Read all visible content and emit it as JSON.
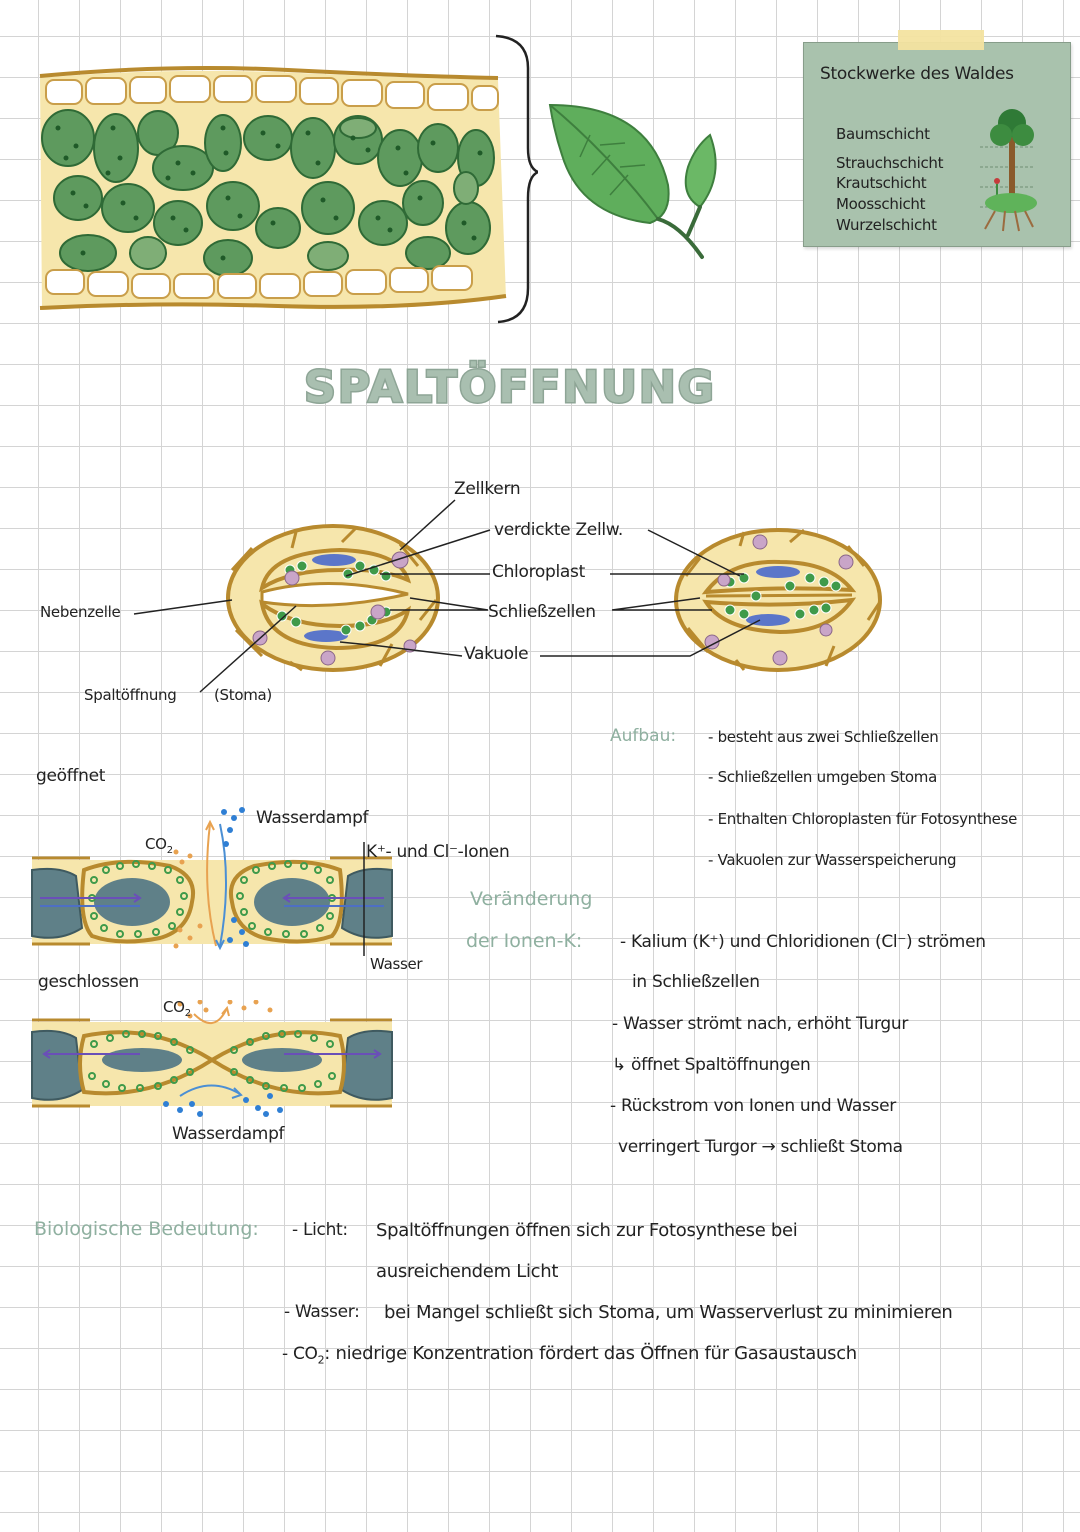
{
  "forest_note": {
    "title": "Stockwerke des Waldes",
    "layers": [
      "Baumschicht",
      "Strauchschicht",
      "Krautschicht",
      "Moosschicht",
      "Wurzelschicht"
    ]
  },
  "title": "SPALTÖFFNUNG",
  "stoma_labels": {
    "zellkern": "Zellkern",
    "zellwand": "verdickte Zellw.",
    "chloroplast": "Chloroplast",
    "schliesszellen": "Schließzellen",
    "vakuole": "Vakuole",
    "nebenzelle": "Nebenzelle",
    "spaltoeffnung": "Spaltöffnung",
    "stoma": "(Stoma)"
  },
  "states": {
    "open": "geöffnet",
    "closed": "geschlossen",
    "co2": "CO",
    "co2_sub": "2",
    "wasserdampf": "Wasserdampf",
    "ions": "K⁺- und Cl⁻-Ionen",
    "wasser": "Wasser"
  },
  "aufbau": {
    "heading": "Aufbau:",
    "items": [
      "- besteht aus zwei Schließzellen",
      "- Schließzellen umgeben Stoma",
      "- Enthalten Chloroplasten für Fotosynthese",
      "- Vakuolen zur Wasserspeicherung"
    ]
  },
  "veraenderung": {
    "heading_1": "Veränderung",
    "heading_2": "der Ionen-K:",
    "lines": [
      "- Kalium (K⁺) und Chloridionen (Cl⁻) strömen",
      "in Schließzellen",
      "- Wasser strömt nach, erhöht Turgur",
      "↳ öffnet Spaltöffnungen",
      "- Rückstrom von Ionen und Wasser",
      "verringert Turgor → schließt Stoma"
    ]
  },
  "bedeutung": {
    "heading": "Biologische Bedeutung:",
    "licht_label": "- Licht:",
    "licht_1": "Spaltöffnungen öffnen sich zur Fotosynthese bei",
    "licht_2": "ausreichendem Licht",
    "wasser_label": "- Wasser:",
    "wasser_text": "bei Mangel schließt sich Stoma, um Wasserverlust zu minimieren",
    "co2_label": "- CO",
    "co2_sub": "2",
    "co2_text": ": niedrige Konzentration fördert das Öffnen für Gasaustausch"
  },
  "colors": {
    "cell_fill": "#f6e6ac",
    "cell_stroke": "#b88a2e",
    "leaf_green": "#5e9a5e",
    "chloroplast": "#3f9a4a",
    "vacuole": "#5b76c9",
    "nucleus": "#c9a5c8",
    "teal": "#5f8088",
    "accent_green": "#8fb0a0"
  }
}
